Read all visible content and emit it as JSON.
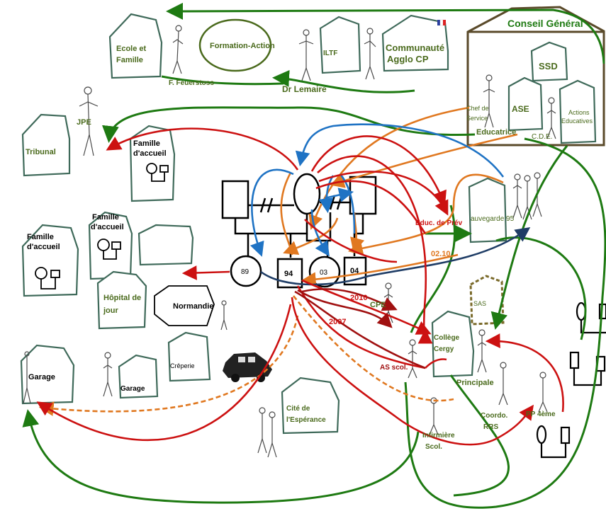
{
  "labels": {
    "ecole": [
      "Ecole et",
      "Famille"
    ],
    "feuerstoss": "F. Feuerstoss",
    "formation": "Formation-Action",
    "drlemaire": "Dr Lemaire",
    "iltf": "ILTF",
    "communaute": [
      "Communauté",
      "Agglo CP"
    ],
    "conseil": "Conseil Général",
    "ssd": "SSD",
    "chef": [
      "Chef de",
      "Service"
    ],
    "educatrice": "Educatrice",
    "ase": "ASE",
    "actions": [
      "Actions",
      "Educatives"
    ],
    "cde": "C.D.E.",
    "jpe": "JPE",
    "tribunal": "Tribunal",
    "famille1": [
      "Famille",
      "d'accueil"
    ],
    "famille2": [
      "Famille",
      "d'accueil"
    ],
    "famille3": [
      "Famille",
      "d'accueil"
    ],
    "educprev": "Educ. de Prév",
    "sauvegarde": "auvegarde 95",
    "num_0210": "02.10",
    "n89": "89",
    "n94": "94",
    "n03": "03",
    "n04": "04",
    "y2010": "2010",
    "y2007": "2007",
    "hopital": [
      "Hôpital de",
      "jour"
    ],
    "normandie": "Normandie",
    "cpe": "CPE",
    "sas": "SAS",
    "college": [
      "Collège",
      "Cergy"
    ],
    "asscol": "AS scol.",
    "principale": "Principale",
    "garage1": "Garage",
    "garage2": "Garage",
    "creperie": "Crêperie",
    "cite": [
      "Cité de",
      "l'Espérance"
    ],
    "infirmiere": [
      "Infirmière",
      "Scol."
    ],
    "coordo": [
      "Coordo.",
      "RRS"
    ],
    "pp": "PP 4ème"
  },
  "colors": {
    "red": "#cc1111",
    "dark_red": "#a01010",
    "green": "#1e7a12",
    "orange": "#e07820",
    "blue": "#1f73c4",
    "navy": "#1f3d66",
    "house": "#3f6a5a",
    "text_green": "#4a6a1c"
  },
  "icons": [
    "house-icon",
    "person-icon",
    "car-icon",
    "flag-icon",
    "genogram-male-icon",
    "genogram-female-icon"
  ]
}
